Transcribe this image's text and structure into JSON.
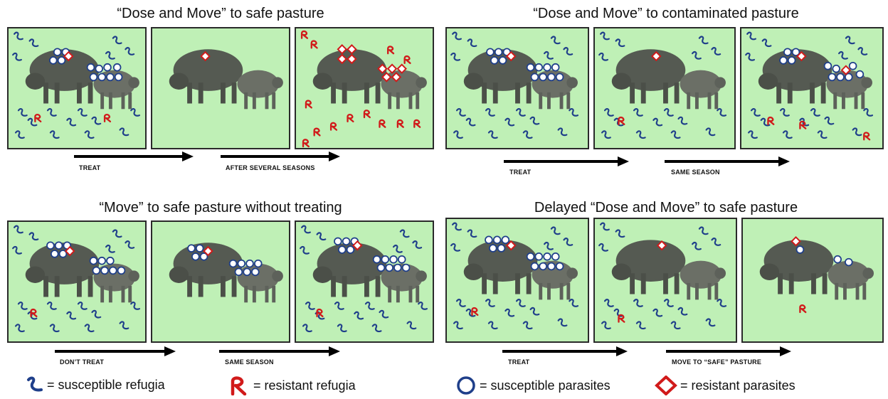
{
  "colors": {
    "pasture": "#bff0b6",
    "susceptible": "#1f3f8a",
    "resistant": "#d11a1a",
    "animal": "#555a52"
  },
  "scenarios": [
    {
      "title": "“Dose and Move” to safe pasture",
      "arrows": [
        "TREAT",
        "AFTER SEVERAL SEASONS"
      ]
    },
    {
      "title": "“Dose and Move” to contaminated pasture",
      "arrows": [
        "TREAT",
        "SAME SEASON"
      ]
    },
    {
      "title": "“Move” to safe pasture without treating",
      "arrows": [
        "DON’T TREAT",
        "SAME SEASON"
      ]
    },
    {
      "title": "Delayed “Dose and Move” to safe pasture",
      "arrows": [
        "TREAT",
        "MOVE TO “SAFE” PASTURE"
      ]
    }
  ],
  "legend": [
    {
      "icon": "susceptible-refugia-icon",
      "label": "= susceptible refugia"
    },
    {
      "icon": "resistant-refugia-icon",
      "label": "= resistant refugia"
    },
    {
      "icon": "susceptible-parasite-icon",
      "label": "= susceptible parasites"
    },
    {
      "icon": "resistant-parasite-icon",
      "label": "= resistant parasites"
    }
  ]
}
